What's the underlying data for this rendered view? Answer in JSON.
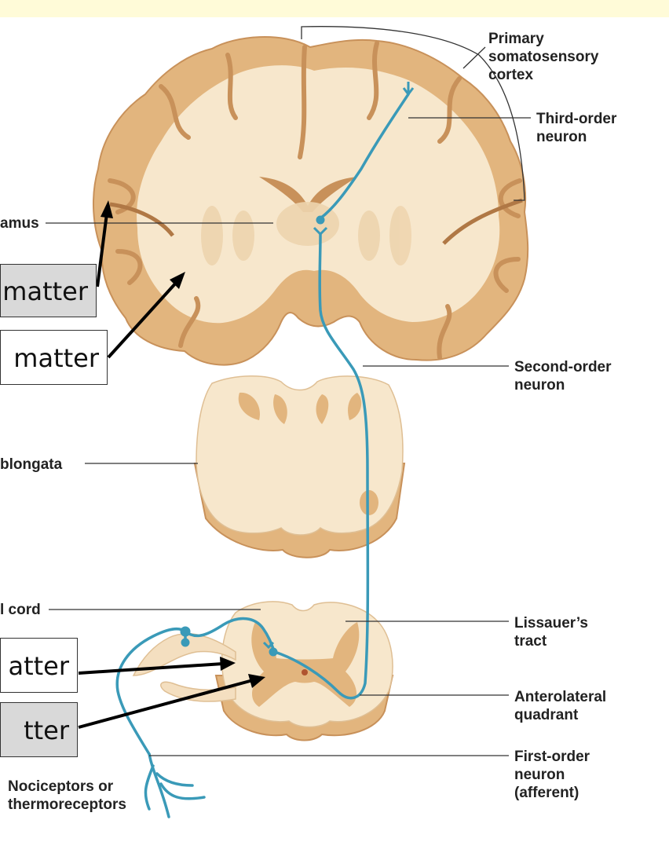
{
  "colors": {
    "banner": "#fffbd8",
    "tissue_light": "#f7e7cc",
    "tissue_gray": "#e2b57e",
    "tissue_edge": "#c8915a",
    "neuron": "#3a9ab8",
    "pointer": "#000000"
  },
  "labels": {
    "primary_cortex": "Primary\nsomatosensory\ncortex",
    "third_order": "Third-order\nneuron",
    "thalamus": "amus",
    "second_order": "Second-order\nneuron",
    "medulla": "blongata",
    "spinal_cord": "l cord",
    "lissauer": "Lissauer’s\ntract",
    "anterolateral": "Anterolateral\nquadrant",
    "first_order": "First-order\nneuron\n(afferent)",
    "nociceptors": "Nociceptors or\nthermoreceptors"
  },
  "boxes": {
    "box1": "matter",
    "box2": "matter",
    "box3": "atter",
    "box4": "tter"
  }
}
